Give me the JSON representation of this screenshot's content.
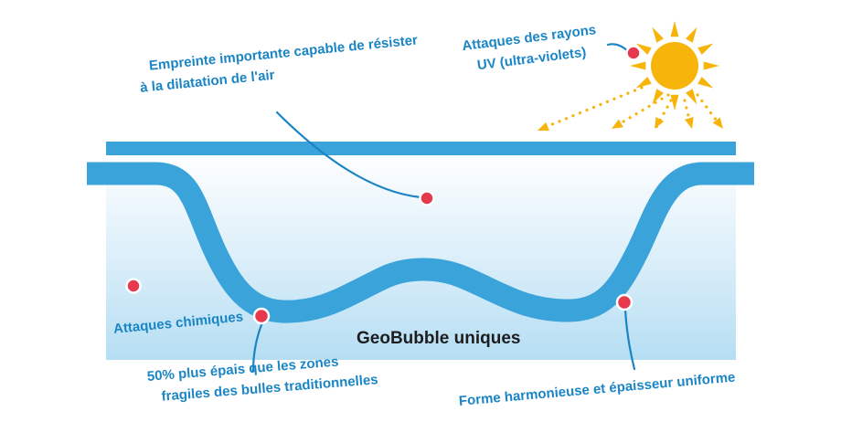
{
  "diagram": {
    "title": "GeoBubble uniques",
    "annotations": {
      "empreinte": {
        "line1": "Empreinte importante capable de résister",
        "line2": "à la dilatation de l'air"
      },
      "uv": {
        "line1": "Attaques des rayons",
        "line2": "UV (ultra-violets)"
      },
      "chimiques": {
        "label": "Attaques chimiques"
      },
      "epais": {
        "line1": "50% plus épais que les zones",
        "line2": "fragiles des bulles traditionnelles"
      },
      "forme": {
        "label": "Forme harmonieuse et épaisseur uniforme"
      }
    },
    "icons": [
      "sun-icon",
      "uv-dotted-arrow",
      "marker-dot",
      "leader-line"
    ],
    "colors": {
      "bubble_blue": "#39A3DA",
      "annotation_blue": "#1B85C5",
      "leader_blue": "#1A84C4",
      "marker_red": "#E6394E",
      "sun_gold": "#F7B50C",
      "water_light": "#B5DEF3",
      "title_dark": "#1D1D1F"
    },
    "marker_count": "5"
  }
}
